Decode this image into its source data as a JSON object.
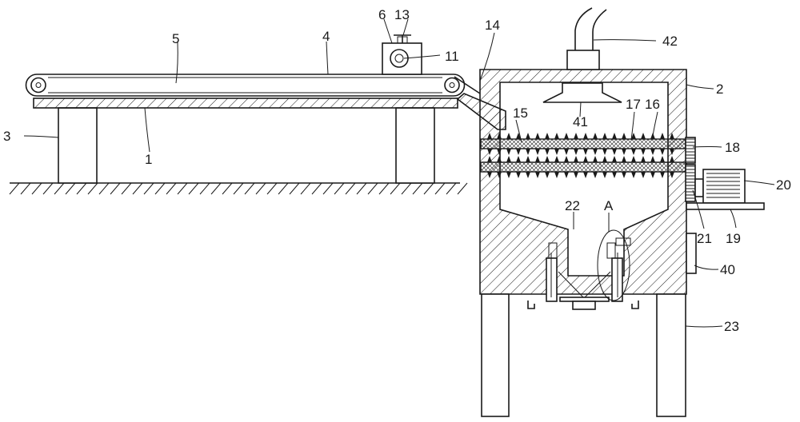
{
  "labels": {
    "l1": "1",
    "l2": "2",
    "l3": "3",
    "l4": "4",
    "l5": "5",
    "l6": "6",
    "l11": "11",
    "l13": "13",
    "l14": "14",
    "l15": "15",
    "l16": "16",
    "l17": "17",
    "l18": "18",
    "l19": "19",
    "l20": "20",
    "l21": "21",
    "l22": "22",
    "l23": "23",
    "l40": "40",
    "l41": "41",
    "l42": "42",
    "lA": "A"
  }
}
